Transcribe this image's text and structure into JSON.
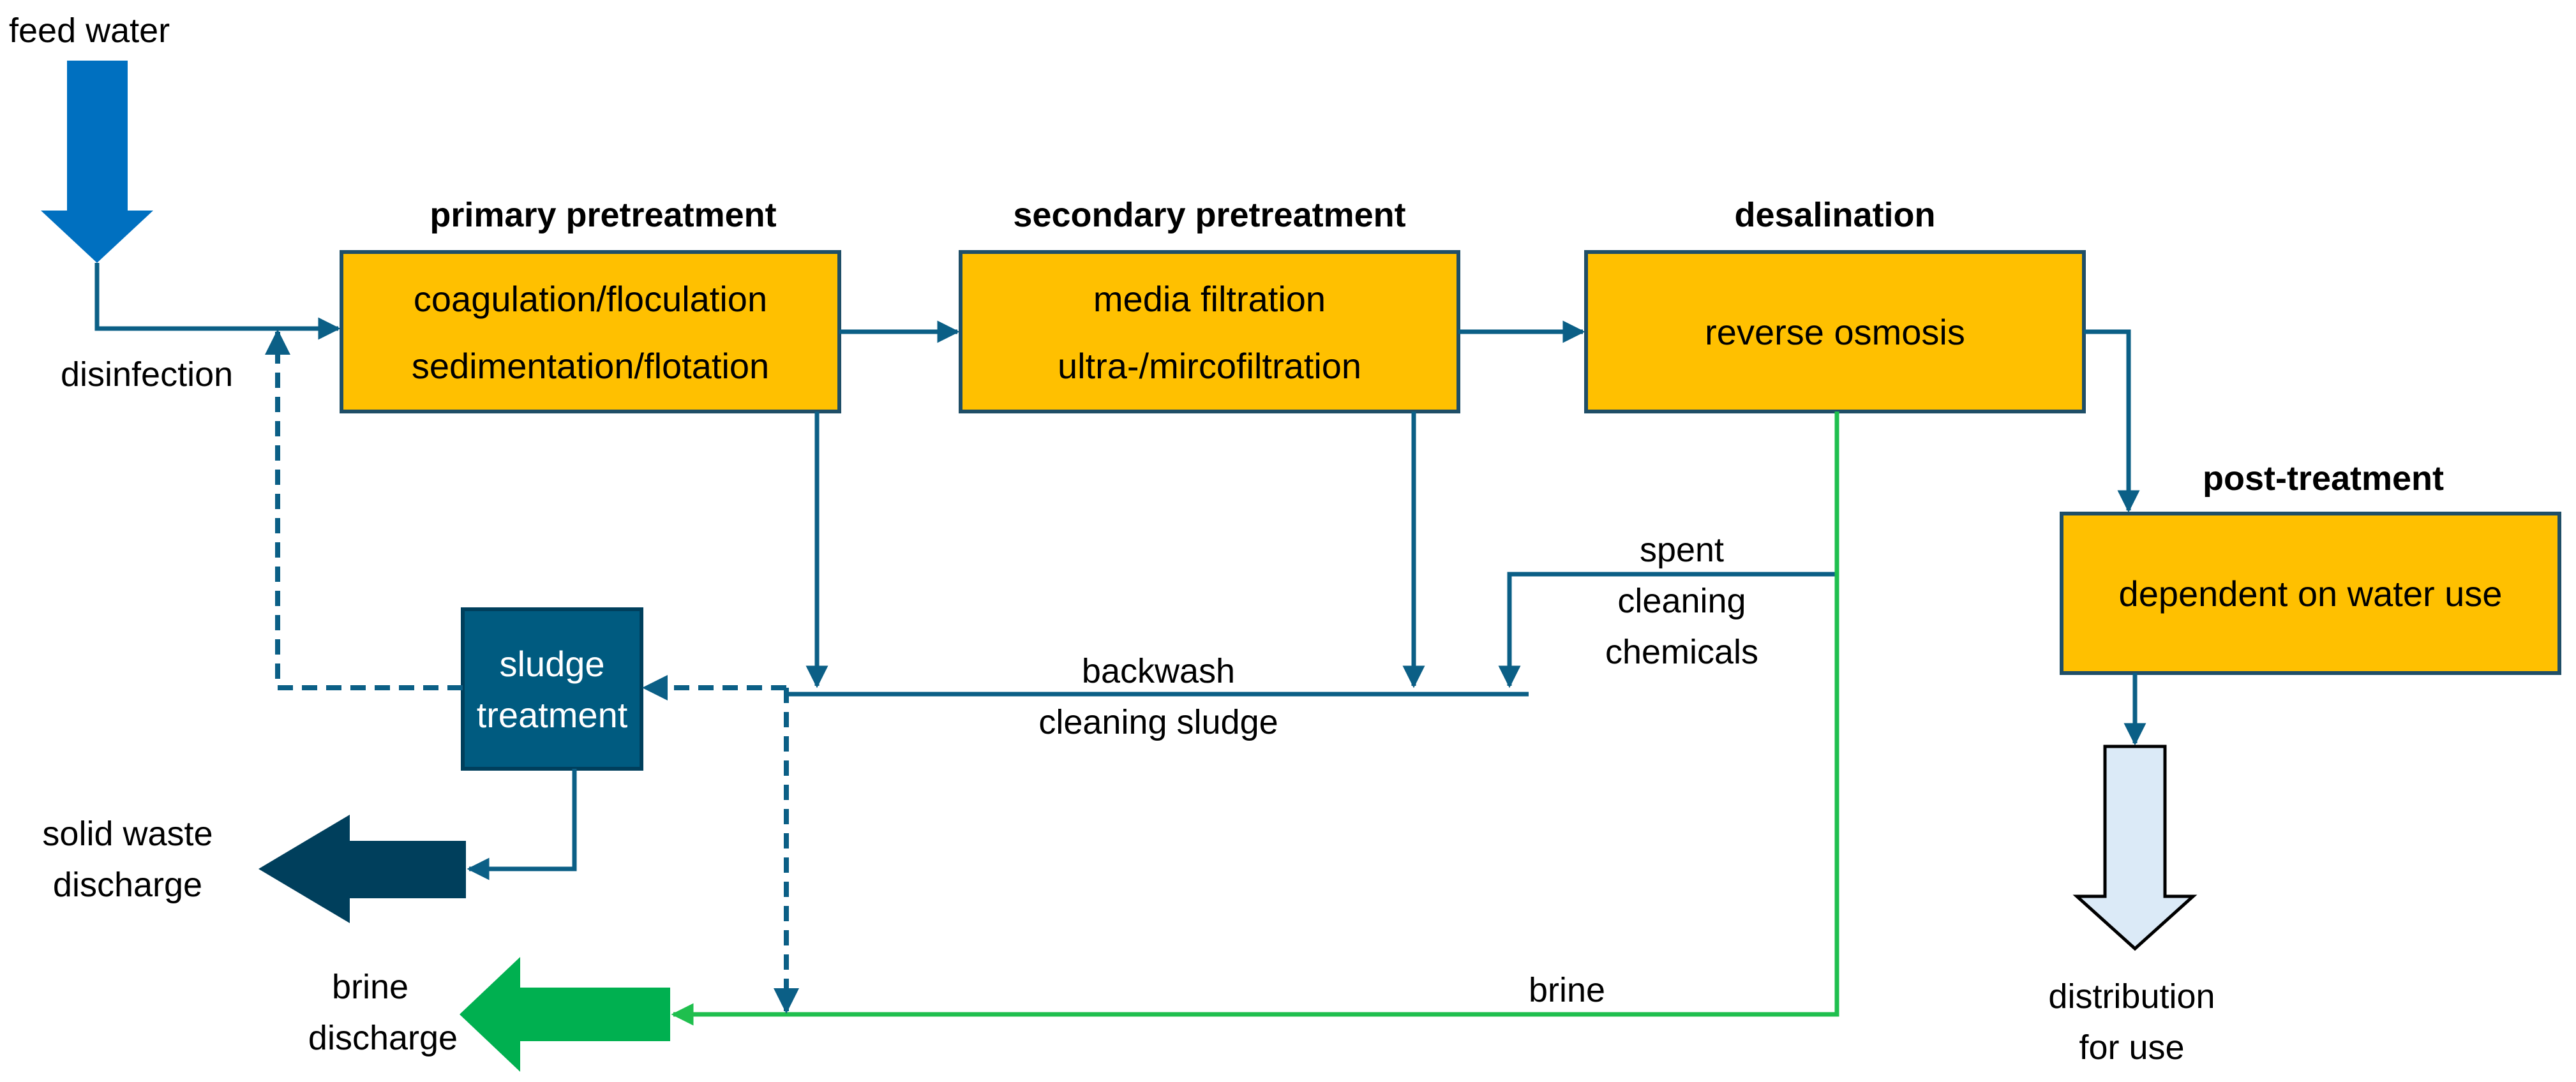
{
  "input": {
    "label": "feed water"
  },
  "disinfection": {
    "label": "disinfection"
  },
  "stages": [
    {
      "heading": "primary pretreatment",
      "lines": [
        "coagulation/floculation",
        "sedimentation/flotation"
      ]
    },
    {
      "heading": "secondary pretreatment",
      "lines": [
        "media filtration",
        "ultra-/mircofiltration"
      ]
    },
    {
      "heading": "desalination",
      "lines": [
        "reverse osmosis"
      ]
    },
    {
      "heading": "post-treatment",
      "lines": [
        "dependent on water use"
      ]
    }
  ],
  "sludge_treatment": {
    "lines": [
      "sludge",
      "treatment"
    ]
  },
  "streams": {
    "backwash": [
      "backwash",
      "cleaning sludge"
    ],
    "spent_chemicals": [
      "spent",
      "cleaning",
      "chemicals"
    ],
    "brine": "brine"
  },
  "outputs": {
    "solid_waste": [
      "solid waste",
      "discharge"
    ],
    "brine_discharge": [
      "brine",
      "discharge"
    ],
    "distribution": [
      "distribution",
      "for use"
    ]
  },
  "colors": {
    "stage_fill": "#ffc000",
    "sludge_fill": "#005b80",
    "feed_arrow": "#0070c0",
    "flow_line": "#0b5f86",
    "brine_line": "#1fbf4e",
    "solid_waste_arrow": "#003f5c",
    "brine_arrow": "#00b050",
    "distribution_arrow": "#dbeaf7"
  }
}
